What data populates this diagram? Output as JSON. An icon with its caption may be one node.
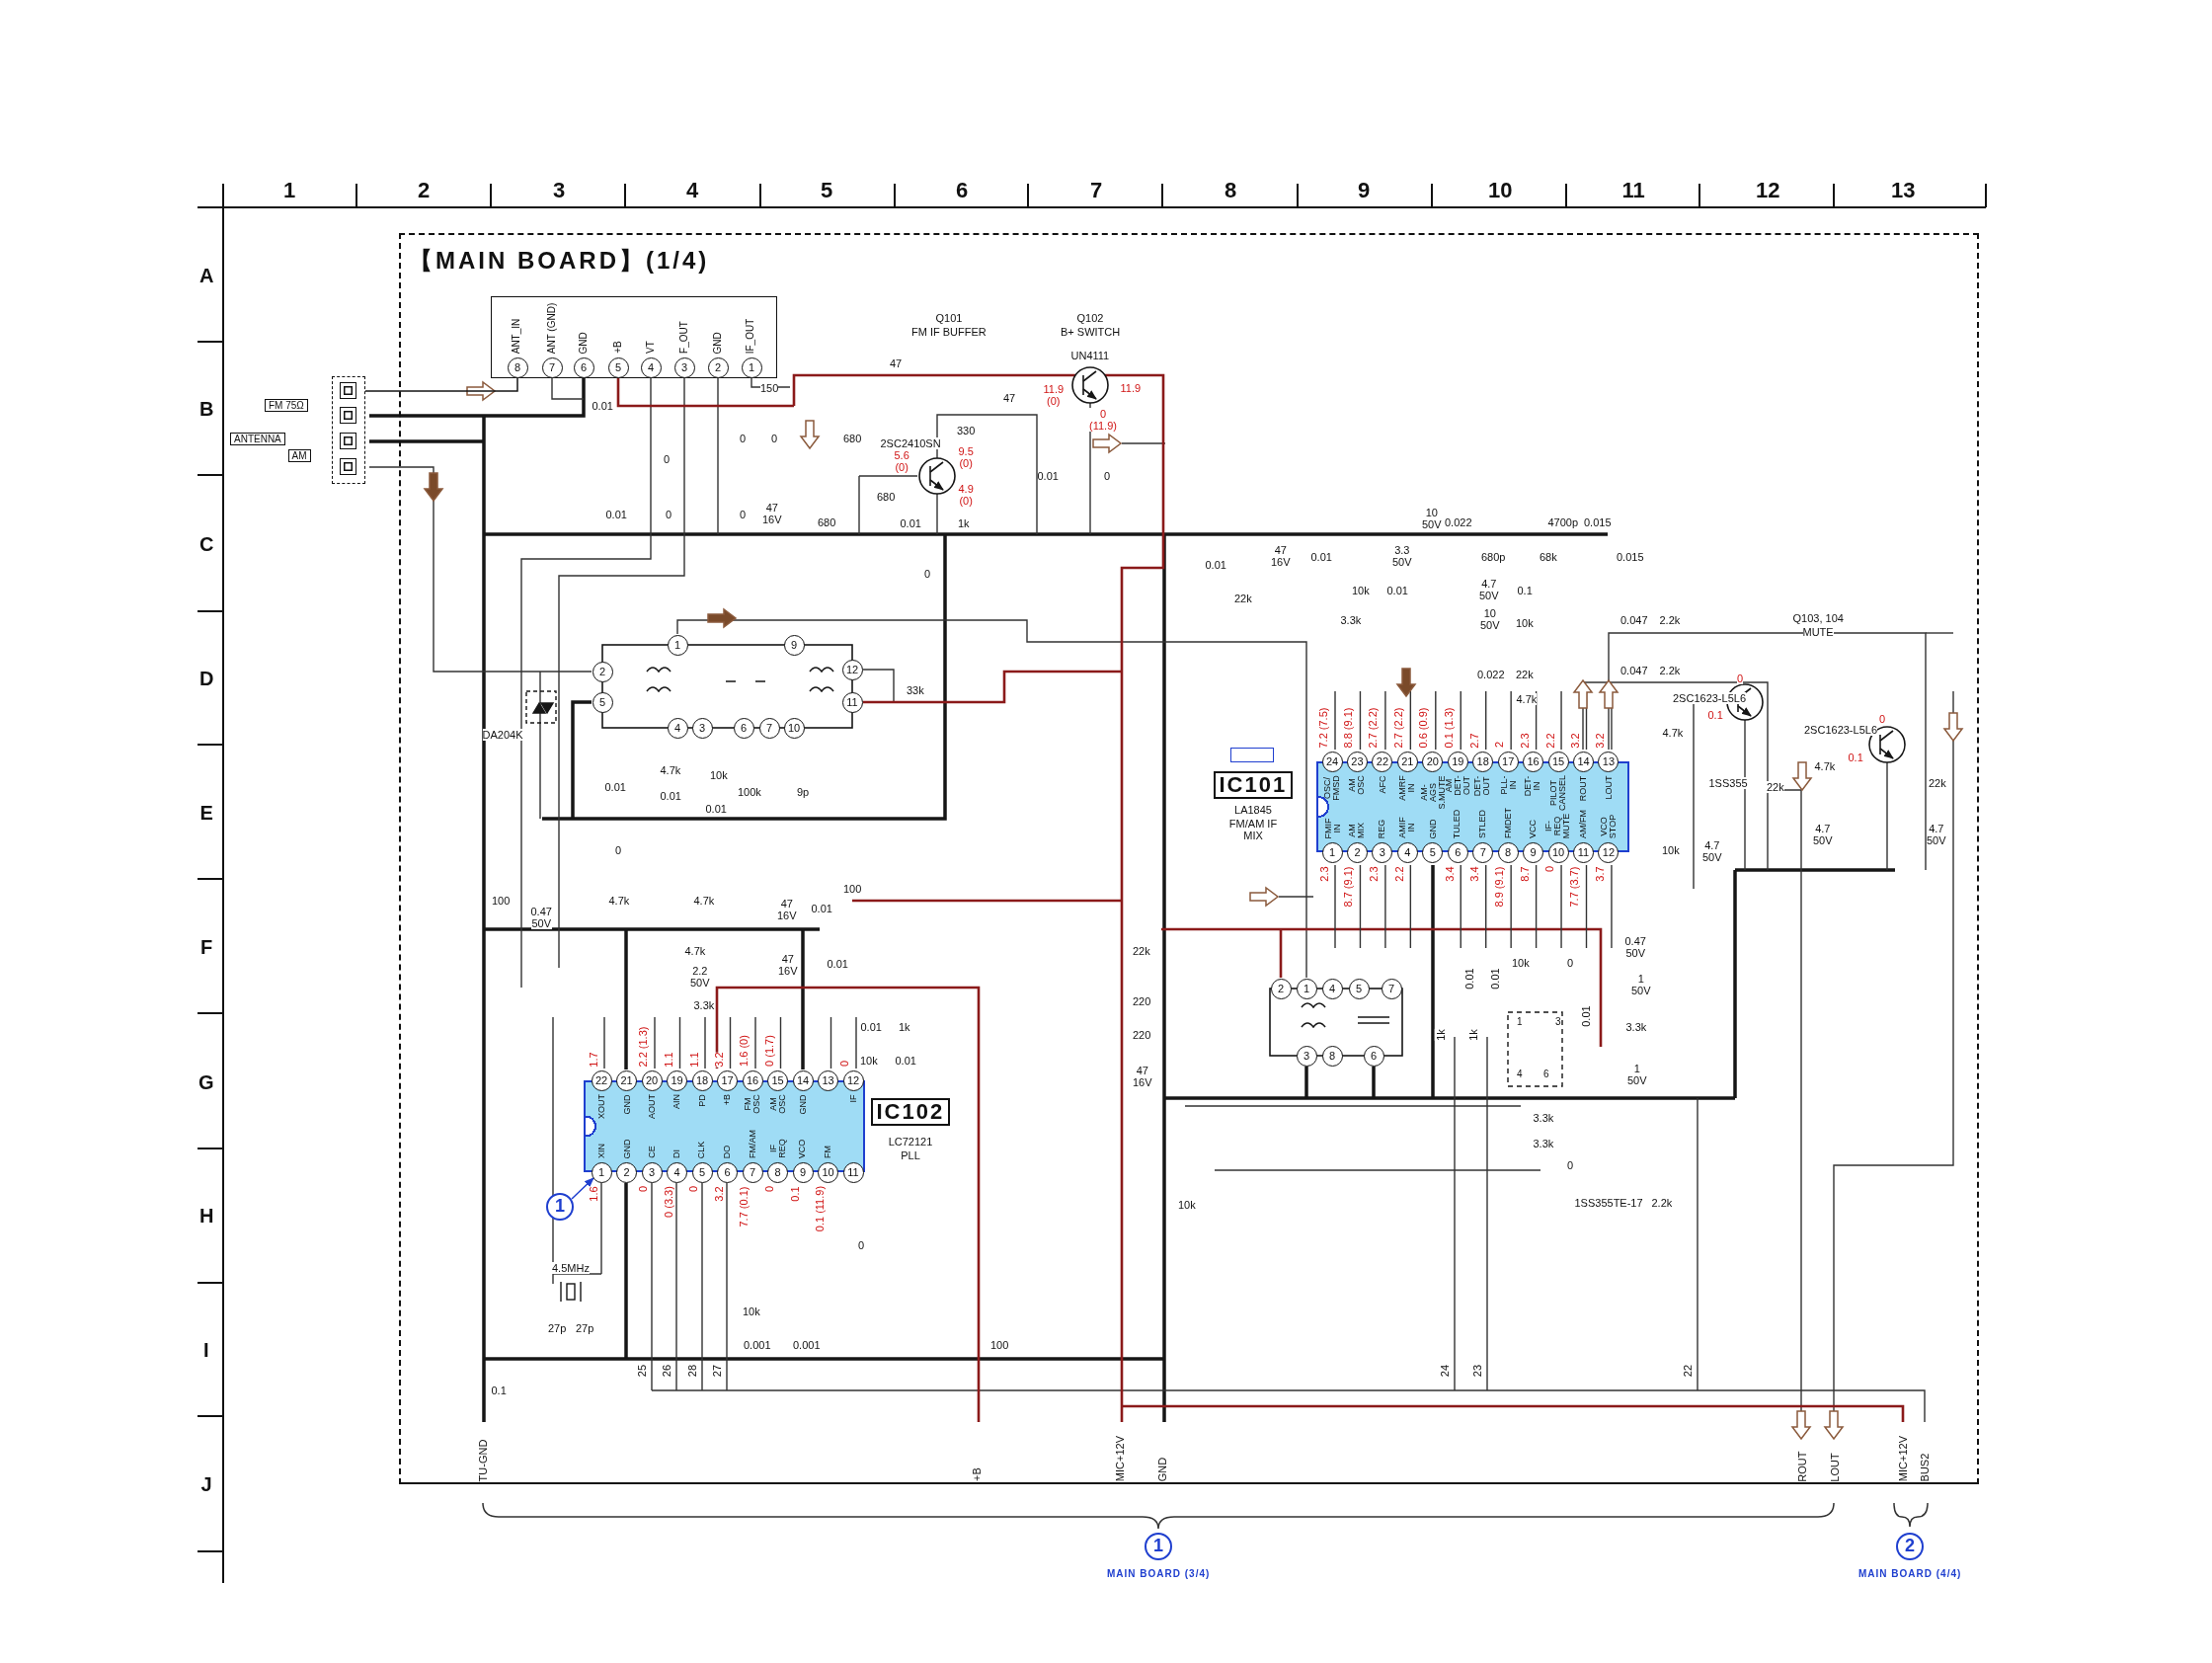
{
  "diagram": {
    "nodes": [
      {
        "text": [
          "【MAIN BOARD】(1/4)"
        ]
      },
      {
        "text": [],
        "shape": "box"
      },
      {
        "text": [
          "FM 75Ω"
        ]
      },
      {
        "text": [
          "ANTENNA"
        ]
      },
      {
        "text": [
          "AM"
        ]
      },
      {
        "text": [
          "ANT_IN",
          "ANT (GND)",
          "GND",
          "+B",
          "VT",
          "F_OUT",
          "GND",
          "IF_OUT"
        ],
        "in": 0
      },
      {
        "text": [
          "OSC/ FMSD",
          "AM OSC",
          "AFC",
          "AMRF IN",
          "AM-AGS S.MUTE",
          "AM DET-OUT",
          "DET-OUT",
          "PLL-IN",
          "DET-IN",
          "PILOT CANSEL",
          "ROUT",
          "LOUT",
          "FMIF IN",
          "AM MIX",
          "REG",
          "AMIF IN",
          "GND",
          "TULED",
          "STLED",
          "FMDET",
          "VCC",
          "IF-REQ MUTE",
          "AM/FM",
          "VCO STOP"
        ],
        "beside": [
          "IC101",
          "LA1845",
          "FM/AM IF MIX"
        ],
        "in": 0
      },
      {
        "text": [
          "XOUT",
          "GND",
          "AOUT",
          "AIN",
          "PD",
          "+B",
          "FM OSC",
          "AM OSC",
          "GND",
          "IF",
          "XIN",
          "GND",
          "CE",
          "DI",
          "CLK",
          "DO",
          "FM/AM",
          "IF REQ",
          "VCO",
          "FM"
        ],
        "beside": [
          "IC102",
          "LC72121",
          "PLL"
        ],
        "in": 0
      },
      {
        "text": [
          "1"
        ],
        "in": 0
      },
      {
        "text": [
          "1"
        ],
        "beside": [
          "MAIN BOARD (3/4)"
        ]
      },
      {
        "text": [
          "2"
        ],
        "beside": [
          "MAIN BOARD (4/4)"
        ]
      },
      {
        "text": [],
        "shape": "box",
        "in": 0
      }
    ],
    "edges": [
      {
        "from": 8,
        "to": 7,
        "arrow": "to",
        "color": "#1f3fcf"
      },
      {
        "from": 1,
        "to": 5,
        "arrow": "none",
        "color": "#161616"
      }
    ],
    "labels": [
      "1",
      "2",
      "3",
      "4",
      "5",
      "6",
      "7",
      "8",
      "9",
      "10",
      "11",
      "12",
      "13",
      "A",
      "B",
      "C",
      "D",
      "E",
      "F",
      "G",
      "H",
      "I",
      "J",
      "8",
      "7",
      "6",
      "5",
      "4",
      "3",
      "2",
      "1",
      "24",
      "23",
      "22",
      "21",
      "20",
      "19",
      "18",
      "17",
      "16",
      "15",
      "14",
      "13",
      "1",
      "2",
      "3",
      "4",
      "5",
      "6",
      "7",
      "8",
      "9",
      "10",
      "11",
      "12",
      "7.2 (7.5)",
      "8.8 (9.1)",
      "2.7 (2.2)",
      "2.7 (2.2)",
      "0.6 (0.9)",
      "0.1 (1.3)",
      "2.7",
      "2",
      "2.3",
      "2.2",
      "3.2",
      "3.2",
      "2.3",
      "8.7 (9.1)",
      "2.3",
      "2.2",
      "3.4",
      "3.4",
      "8.9 (9.1)",
      "8.7",
      "0",
      "7.7 (3.7)",
      "3.7",
      "22",
      "21",
      "20",
      "19",
      "18",
      "17",
      "16",
      "15",
      "14",
      "13",
      "12",
      "1",
      "2",
      "3",
      "4",
      "5",
      "6",
      "7",
      "8",
      "9",
      "10",
      "11",
      "1.7",
      "2.2 (1.3)",
      "1.1",
      "1.1",
      "3.2",
      "1.6 (0)",
      "0 (1.7)",
      "0",
      "1.6",
      "0",
      "0 (3.3)",
      "0",
      "3.2",
      "7.7 (0.1)",
      "0",
      "0.1",
      "0.1 (11.9)",
      "1",
      "9",
      "2",
      "12",
      "5",
      "11",
      "4",
      "3",
      "6",
      "7",
      "10",
      "2",
      "1",
      "4",
      "5",
      "7",
      "3",
      "8",
      "6",
      "1",
      "3",
      "4",
      "6",
      "Q101",
      "FM IF BUFFER",
      "Q102",
      "B+ SWITCH",
      "UN4111",
      "2SC2410SN",
      "5.6 (0)",
      "9.5 (0)",
      "4.9 (0)",
      "11.9 (0)",
      "11.9",
      "0 (11.9)",
      "DA204K",
      "Q103, 104",
      "MUTE",
      "2SC1623-L5L6",
      "0",
      "0.1",
      "2SC1623-L5L6",
      "0",
      "0.1",
      "1SS355",
      "4.5MHz",
      "1SS355TE-17",
      "0.01",
      "150",
      "47",
      "47",
      "0",
      "0",
      "0",
      "680",
      "330",
      "680",
      "0.01",
      "0",
      "0",
      "47 16V",
      "680",
      "0.01",
      "1k",
      "0.01",
      "0",
      "0",
      "33k",
      "4.7k",
      "10k",
      "0.01",
      "0.01",
      "0.01",
      "100k",
      "9p",
      "0",
      "100",
      "0.47 50V",
      "4.7k",
      "4.7k",
      "47 16V",
      "0.01",
      "100",
      "4.7k",
      "2.2 50V",
      "47 16V",
      "0.01",
      "3.3k",
      "0.01",
      "1k",
      "10k",
      "0.01",
      "10 50V",
      "0.022",
      "4700p",
      "0.015",
      "0.01",
      "47 16V",
      "0.01",
      "3.3 50V",
      "680p",
      "68k",
      "0.015",
      "22k",
      "10k",
      "0.01",
      "4.7 50V",
      "0.1",
      "3.3k",
      "10 50V",
      "10k",
      "0.022",
      "22k",
      "4.7k",
      "0.047",
      "2.2k",
      "0.047",
      "2.2k",
      "4.7k",
      "4.7k",
      "22k",
      "4.7 50V",
      "22k",
      "4.7 50V",
      "10k",
      "4.7 50V",
      "22k",
      "220",
      "220",
      "47 16V",
      "0.47 50V",
      "1 50V",
      "3.3k",
      "0.01",
      "0.01",
      "10k",
      "0",
      "0.01",
      "1k",
      "1k",
      "1 50V",
      "3.3k",
      "3.3k",
      "0",
      "10k",
      "2.2k",
      "27p",
      "27p",
      "0",
      "10k",
      "0.001",
      "0.001",
      "100",
      "0.1",
      "25",
      "26",
      "28",
      "27",
      "24",
      "23",
      "22",
      "TU-GND",
      "+B",
      "MIC+12V",
      "GND",
      "ROUT",
      "LOUT",
      "MIC+12V",
      "BUS2"
    ]
  }
}
